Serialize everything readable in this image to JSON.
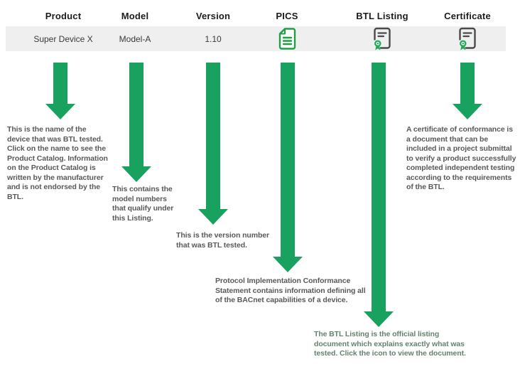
{
  "table": {
    "columns": [
      {
        "id": "product",
        "header": "Product",
        "value": "Super Device X",
        "annotation": "This is the name of the device that was BTL tested. Click on the name to see the Product Catalog. Information on the Product Catalog is written by the manufacturer and is not endorsed by the BTL."
      },
      {
        "id": "model",
        "header": "Model",
        "value": "Model-A",
        "annotation": "This contains the model numbers that qualify under this Listing."
      },
      {
        "id": "version",
        "header": "Version",
        "value": "1.10",
        "annotation": "This is the version number that was BTL tested."
      },
      {
        "id": "pics",
        "header": "PICS",
        "icon": "pics-document-icon",
        "annotation": "Protocol Implementation Conformance Statement contains information defining all of the BACnet capabilities of a device."
      },
      {
        "id": "btl_listing",
        "header": "BTL Listing",
        "icon": "listing-certificate-icon",
        "annotation": "The BTL Listing is the official listing document which explains exactly what was tested. Click the icon to view the document."
      },
      {
        "id": "certificate",
        "header": "Certificate",
        "icon": "certificate-seal-icon",
        "annotation": "A certificate of conformance is a document that can be included in a project submittal to verify a product successfully completed independent testing according to the requirements of the BTL."
      }
    ]
  },
  "colors": {
    "arrow_green": "#19a25f",
    "pics_icon_green": "#1f9e45",
    "certificate_icon_gray": "#4a4a4b",
    "seal_green": "#21ab57",
    "row_background": "#efefef",
    "body_text": "#58595b",
    "btl_note_text": "#66826f",
    "header_text": "#1c1c1c"
  }
}
